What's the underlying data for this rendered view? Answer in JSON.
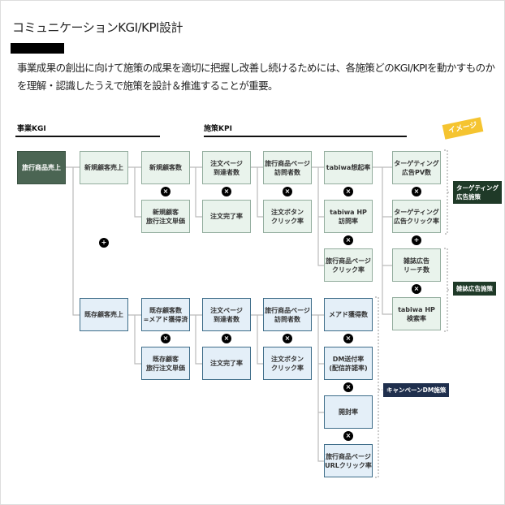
{
  "title": "コミュニケーションKGI/KPI設計",
  "lead": "事業成果の創出に向けて施策の成果を適切に把握し改善し続けるためには、各施策どのKGI/KPIを動かすものかを理解・認識したうえで施策を設計＆推進することが重要。",
  "sections": {
    "kgi": "事業KGI",
    "kpi": "施策KPI"
  },
  "image_tag": "イメージ",
  "operators": {
    "multiply": "×",
    "plus": "+"
  },
  "nodes": {
    "root": "旅行商品売上",
    "new_sales": "新規顧客売上",
    "new_customers": "新規顧客数",
    "new_unit_price": "新規顧客\n旅行注文単価",
    "new_order_page_reach": "注文ページ\n到達者数",
    "new_order_complete": "注文完了率",
    "new_product_page_visitors": "旅行商品ページ\n訪問者数",
    "new_order_button_ctr": "注文ボタン\nクリック率",
    "tabiwa_recall": "tabiwa想起率",
    "tabiwa_hp_visit": "tabiwa HP\n訪問率",
    "product_page_ctr": "旅行商品ページ\nクリック率",
    "targeting_pv": "ターゲティング\n広告PV数",
    "targeting_ctr": "ターゲティング\n広告クリック率",
    "magazine_reach": "雑誌広告\nリーチ数",
    "tabiwa_search": "tabiwa HP\n検索率",
    "existing_sales": "既存顧客売上",
    "existing_customers": "既存顧客数\n=メアド獲得済",
    "existing_unit_price": "既存顧客\n旅行注文単価",
    "ex_order_page_reach": "注文ページ\n到達者数",
    "ex_order_complete": "注文完了率",
    "ex_product_page_visitors": "旅行商品ページ\n訪問者数",
    "ex_order_button_ctr": "注文ボタン\nクリック率",
    "email_acquired": "メアド獲得数",
    "dm_send_rate": "DM送付率\n(配信許諾率)",
    "open_rate": "開封率",
    "url_ctr": "旅行商品ページ\nURLクリック率"
  },
  "measures": {
    "targeting": "ターゲティング\n広告施策",
    "magazine": "雑誌広告施策",
    "campaign_dm": "キャンペーンDM施策"
  },
  "colors": {
    "root": "#4b6553",
    "new": "#e9f3ec",
    "existing": "#e4eff8",
    "tag": "#f5c430"
  }
}
